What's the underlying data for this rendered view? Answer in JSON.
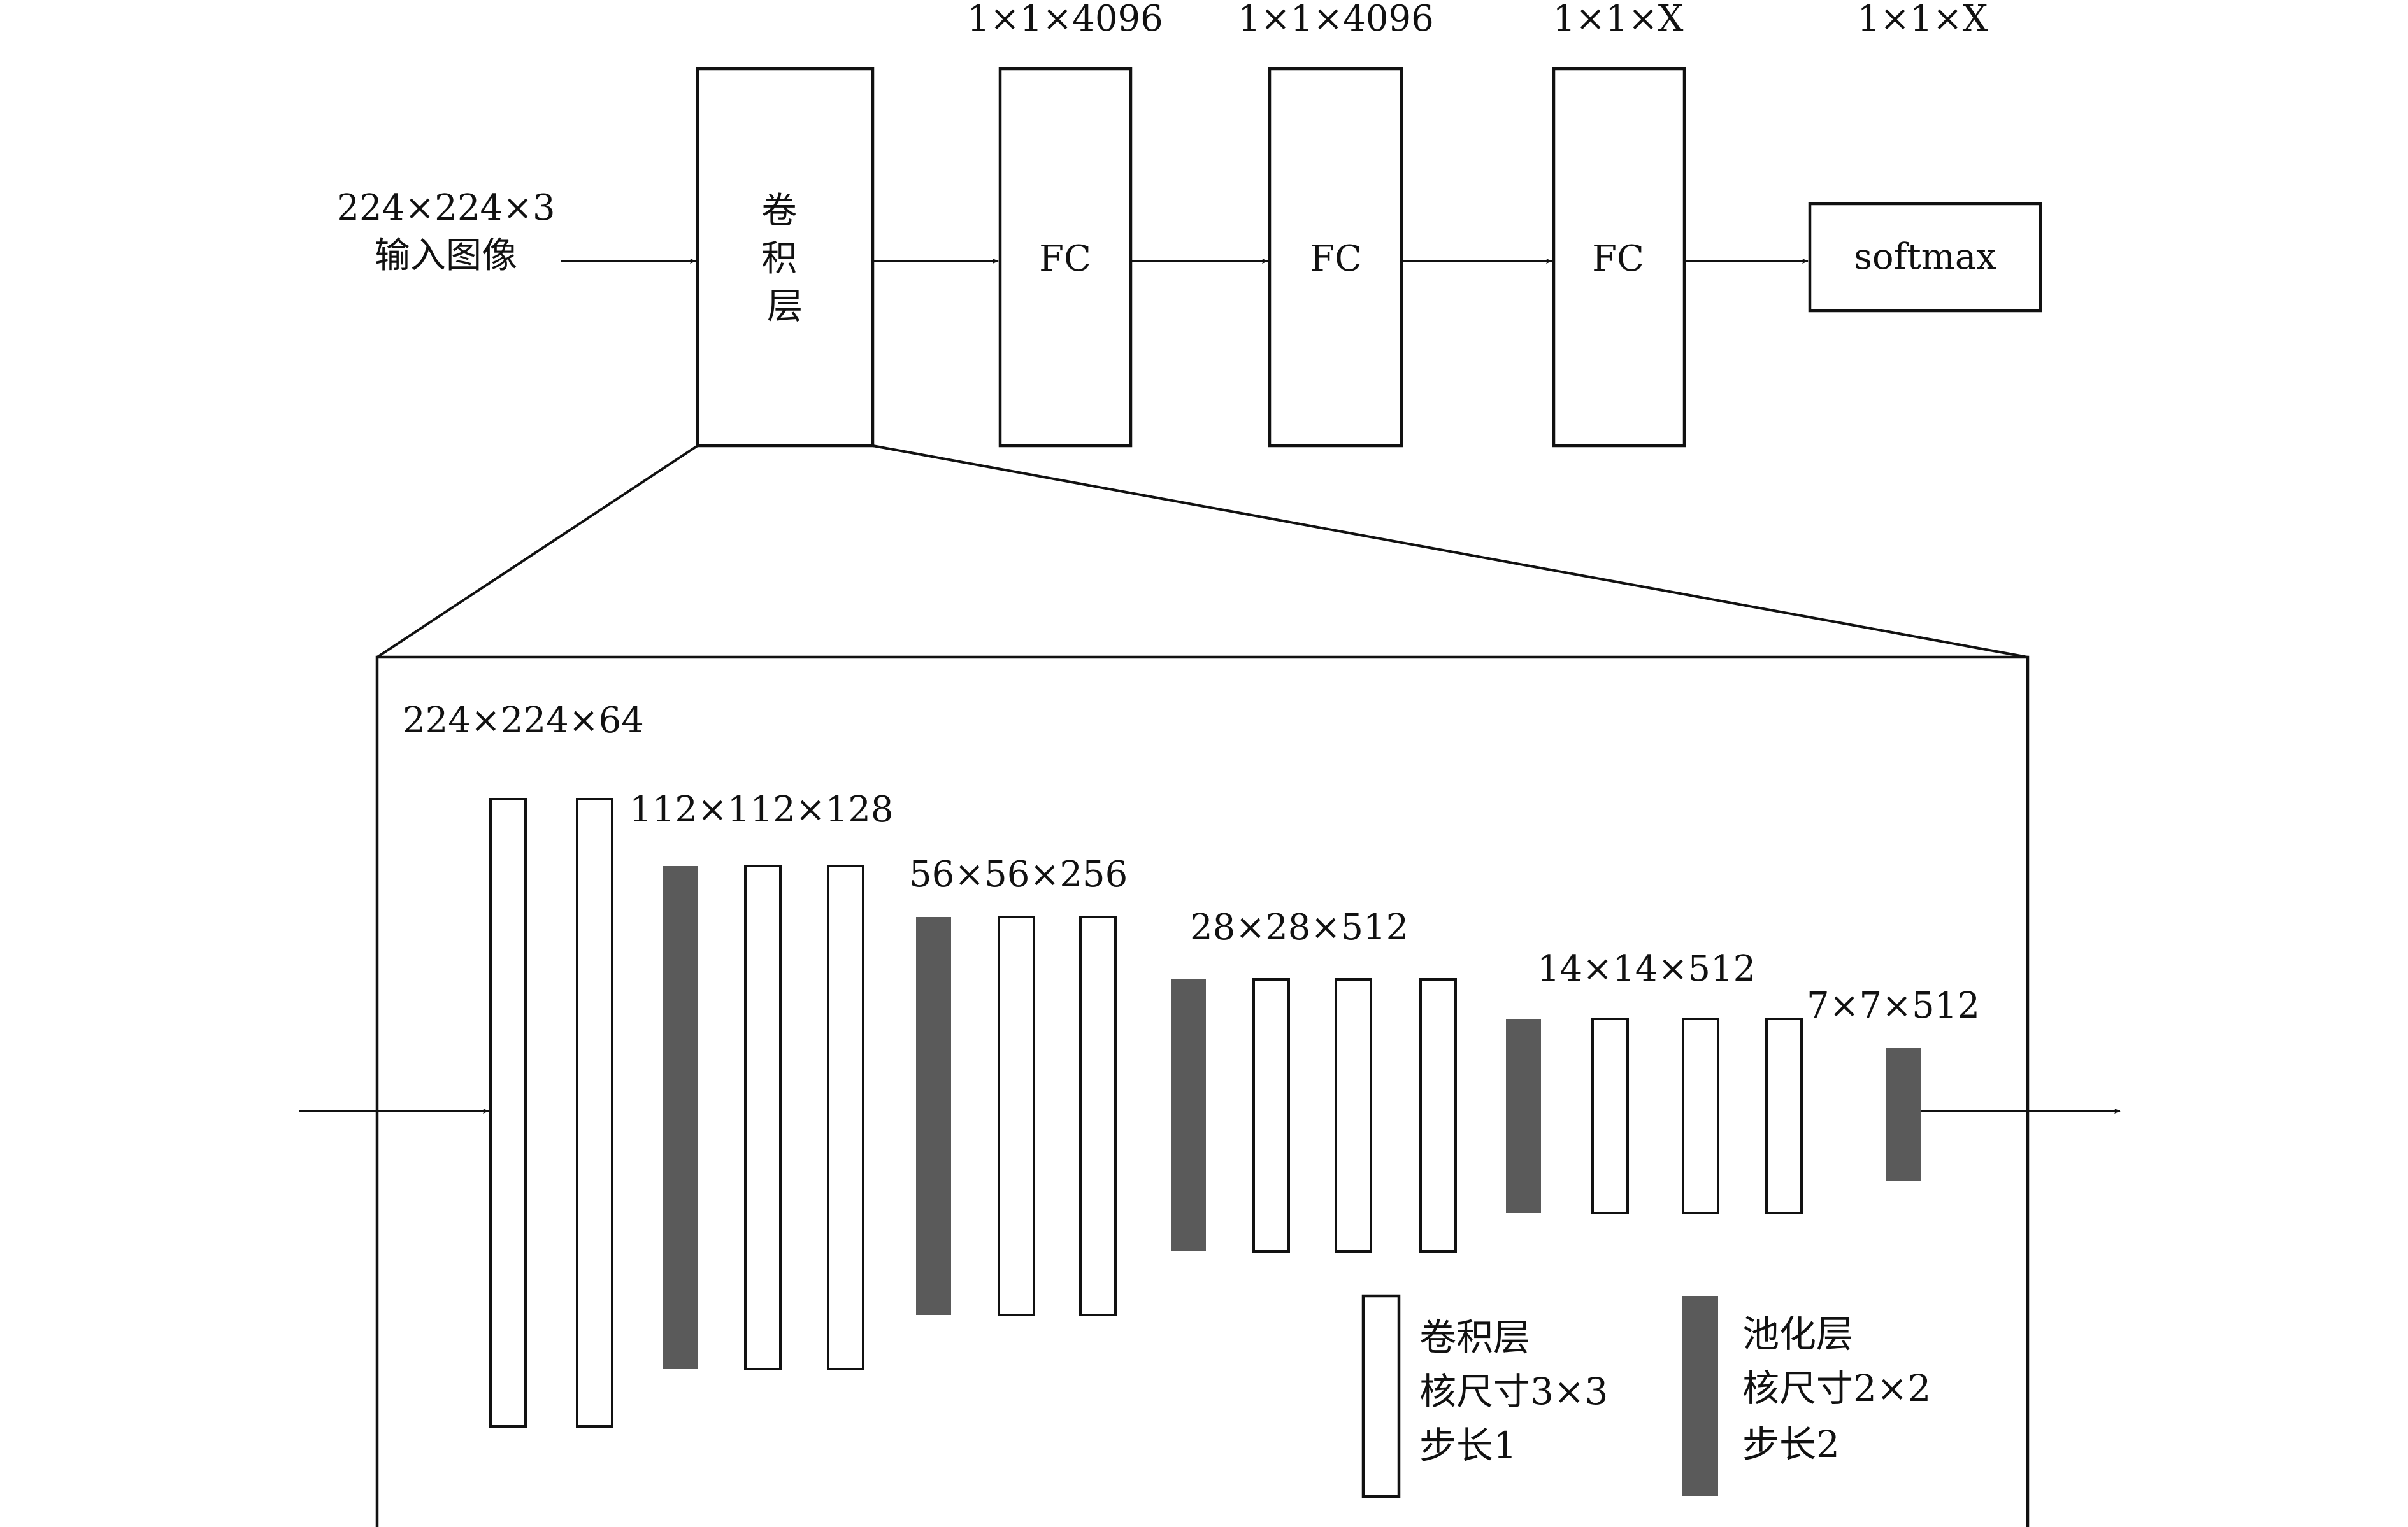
{
  "colors": {
    "stroke": "#111111",
    "pool_fill": "#5a5a5a",
    "conv_fill": "#ffffff",
    "background": "#ffffff"
  },
  "top": {
    "input_dims": "224×224×3",
    "input_label": "输入图像",
    "conv_block_label": "卷积层",
    "fc_layers": [
      {
        "dims": "1×1×4096",
        "label": "FC"
      },
      {
        "dims": "1×1×4096",
        "label": "FC"
      },
      {
        "dims": "1×1×X",
        "label": "FC"
      }
    ],
    "softmax": {
      "dims": "1×1×X",
      "label": "softmax"
    }
  },
  "detail": {
    "stage_labels": [
      "224×224×64",
      "112×112×128",
      "56×56×256",
      "28×28×512",
      "14×14×512",
      "7×7×512"
    ],
    "layer_sequence": [
      "conv",
      "conv",
      "pool",
      "conv",
      "conv",
      "pool",
      "conv",
      "conv",
      "pool",
      "conv",
      "conv",
      "conv",
      "pool",
      "conv",
      "conv",
      "conv",
      "pool"
    ]
  },
  "legend": {
    "conv": {
      "line1": "卷积层",
      "line2": "核尺寸3×3",
      "line3": "步长1"
    },
    "pool": {
      "line1": "池化层",
      "line2": "核尺寸2×2",
      "line3": "步长2"
    }
  }
}
